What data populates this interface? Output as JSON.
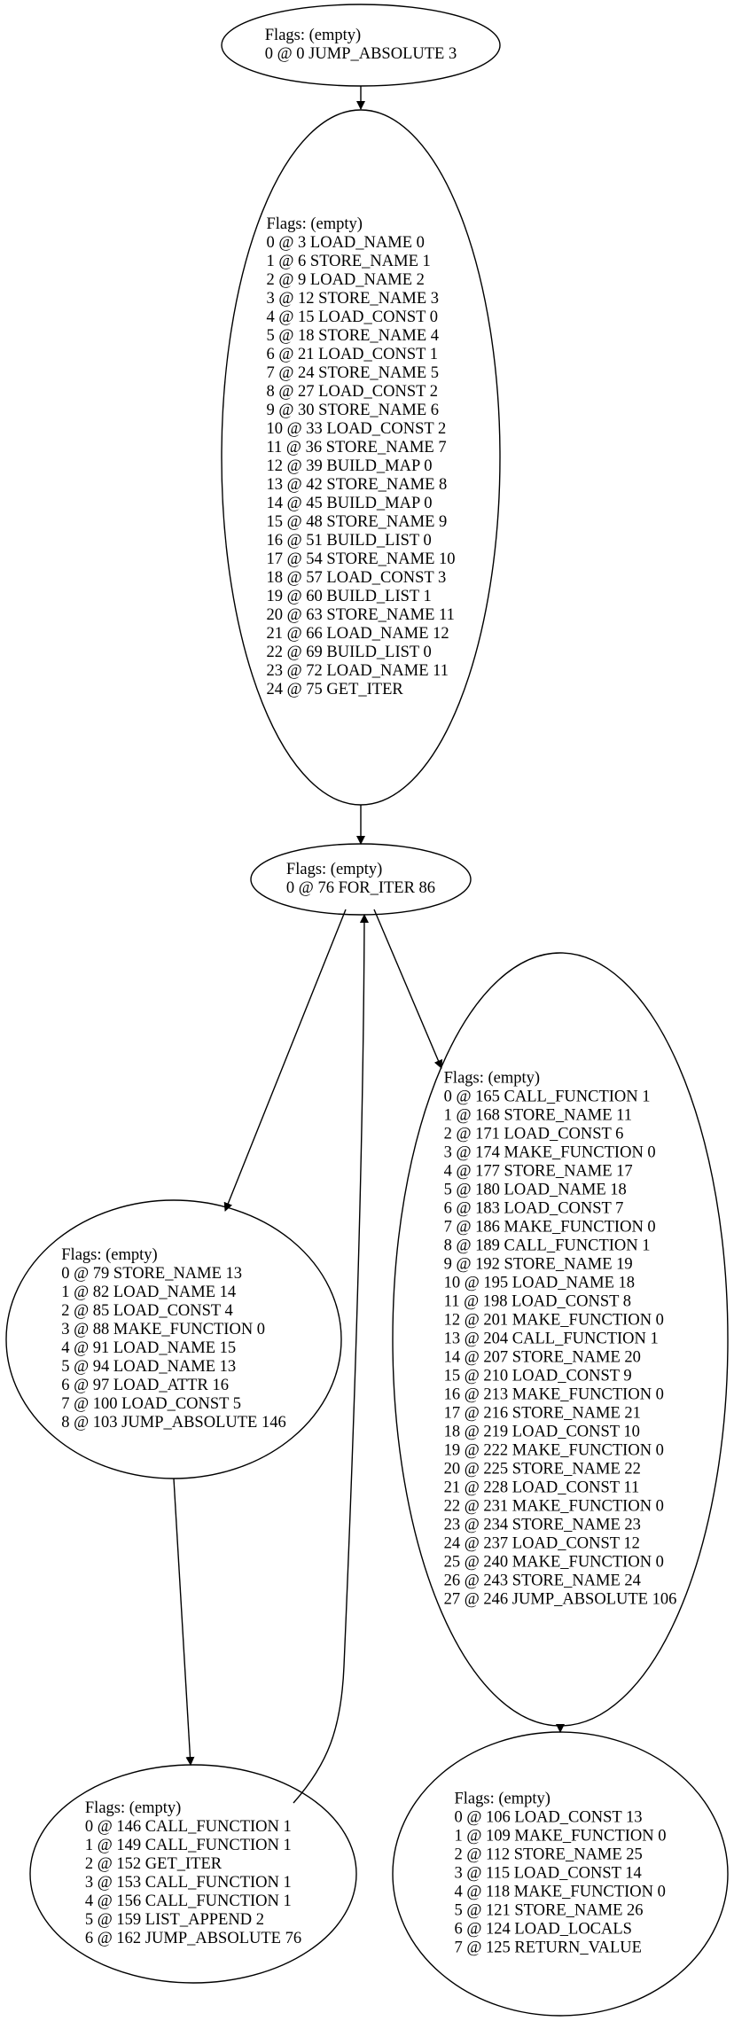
{
  "nodes": [
    {
      "id": "n0",
      "lines": [
        "Flags: (empty)",
        "0 @ 0 JUMP_ABSOLUTE 3"
      ]
    },
    {
      "id": "n3",
      "lines": [
        "Flags: (empty)",
        "0 @ 3 LOAD_NAME 0",
        "1 @ 6 STORE_NAME 1",
        "2 @ 9 LOAD_NAME 2",
        "3 @ 12 STORE_NAME 3",
        "4 @ 15 LOAD_CONST 0",
        "5 @ 18 STORE_NAME 4",
        "6 @ 21 LOAD_CONST 1",
        "7 @ 24 STORE_NAME 5",
        "8 @ 27 LOAD_CONST 2",
        "9 @ 30 STORE_NAME 6",
        "10 @ 33 LOAD_CONST 2",
        "11 @ 36 STORE_NAME 7",
        "12 @ 39 BUILD_MAP 0",
        "13 @ 42 STORE_NAME 8",
        "14 @ 45 BUILD_MAP 0",
        "15 @ 48 STORE_NAME 9",
        "16 @ 51 BUILD_LIST 0",
        "17 @ 54 STORE_NAME 10",
        "18 @ 57 LOAD_CONST 3",
        "19 @ 60 BUILD_LIST 1",
        "20 @ 63 STORE_NAME 11",
        "21 @ 66 LOAD_NAME 12",
        "22 @ 69 BUILD_LIST 0",
        "23 @ 72 LOAD_NAME 11",
        "24 @ 75 GET_ITER"
      ]
    },
    {
      "id": "n76",
      "lines": [
        "Flags: (empty)",
        "0 @ 76 FOR_ITER 86"
      ]
    },
    {
      "id": "n79",
      "lines": [
        "Flags: (empty)",
        "0 @ 79 STORE_NAME 13",
        "1 @ 82 LOAD_NAME 14",
        "2 @ 85 LOAD_CONST 4",
        "3 @ 88 MAKE_FUNCTION 0",
        "4 @ 91 LOAD_NAME 15",
        "5 @ 94 LOAD_NAME 13",
        "6 @ 97 LOAD_ATTR 16",
        "7 @ 100 LOAD_CONST 5",
        "8 @ 103 JUMP_ABSOLUTE 146"
      ]
    },
    {
      "id": "n165",
      "lines": [
        "Flags: (empty)",
        "0 @ 165 CALL_FUNCTION 1",
        "1 @ 168 STORE_NAME 11",
        "2 @ 171 LOAD_CONST 6",
        "3 @ 174 MAKE_FUNCTION 0",
        "4 @ 177 STORE_NAME 17",
        "5 @ 180 LOAD_NAME 18",
        "6 @ 183 LOAD_CONST 7",
        "7 @ 186 MAKE_FUNCTION 0",
        "8 @ 189 CALL_FUNCTION 1",
        "9 @ 192 STORE_NAME 19",
        "10 @ 195 LOAD_NAME 18",
        "11 @ 198 LOAD_CONST 8",
        "12 @ 201 MAKE_FUNCTION 0",
        "13 @ 204 CALL_FUNCTION 1",
        "14 @ 207 STORE_NAME 20",
        "15 @ 210 LOAD_CONST 9",
        "16 @ 213 MAKE_FUNCTION 0",
        "17 @ 216 STORE_NAME 21",
        "18 @ 219 LOAD_CONST 10",
        "19 @ 222 MAKE_FUNCTION 0",
        "20 @ 225 STORE_NAME 22",
        "21 @ 228 LOAD_CONST 11",
        "22 @ 231 MAKE_FUNCTION 0",
        "23 @ 234 STORE_NAME 23",
        "24 @ 237 LOAD_CONST 12",
        "25 @ 240 MAKE_FUNCTION 0",
        "26 @ 243 STORE_NAME 24",
        "27 @ 246 JUMP_ABSOLUTE 106"
      ]
    },
    {
      "id": "n146",
      "lines": [
        "Flags: (empty)",
        "0 @ 146 CALL_FUNCTION 1",
        "1 @ 149 CALL_FUNCTION 1",
        "2 @ 152 GET_ITER",
        "3 @ 153 CALL_FUNCTION 1",
        "4 @ 156 CALL_FUNCTION 1",
        "5 @ 159 LIST_APPEND 2",
        "6 @ 162 JUMP_ABSOLUTE 76"
      ]
    },
    {
      "id": "n106",
      "lines": [
        "Flags: (empty)",
        "0 @ 106 LOAD_CONST 13",
        "1 @ 109 MAKE_FUNCTION 0",
        "2 @ 112 STORE_NAME 25",
        "3 @ 115 LOAD_CONST 14",
        "4 @ 118 MAKE_FUNCTION 0",
        "5 @ 121 STORE_NAME 26",
        "6 @ 124 LOAD_LOCALS",
        "7 @ 125 RETURN_VALUE"
      ]
    }
  ],
  "edges": [
    {
      "from": "n0",
      "to": "n3"
    },
    {
      "from": "n3",
      "to": "n76"
    },
    {
      "from": "n76",
      "to": "n79"
    },
    {
      "from": "n76",
      "to": "n165"
    },
    {
      "from": "n79",
      "to": "n146"
    },
    {
      "from": "n146",
      "to": "n76"
    },
    {
      "from": "n165",
      "to": "n106"
    }
  ],
  "colors": {
    "stroke": "#000000",
    "background": "#ffffff"
  }
}
